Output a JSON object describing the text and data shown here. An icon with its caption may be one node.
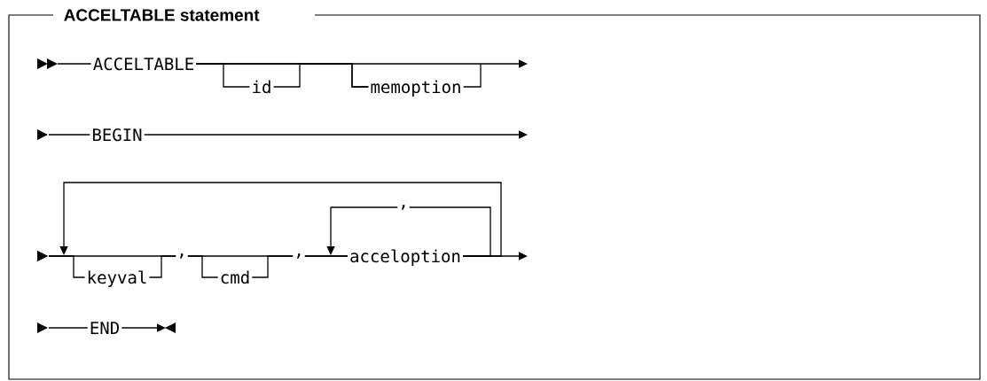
{
  "diagram": {
    "nodes": [
      {
        "text": [
          "ACCELTABLE statement"
        ]
      },
      {
        "text": [
          "ACCELTABLE"
        ],
        "in": 0
      },
      {
        "text": [
          "id"
        ],
        "in": 0
      },
      {
        "text": [
          "memoption"
        ],
        "in": 0
      },
      {
        "text": [
          "BEGIN"
        ],
        "in": 0
      },
      {
        "text": [
          "keyval"
        ],
        "in": 0
      },
      {
        "text": [
          "cmd"
        ],
        "in": 0
      },
      {
        "text": [
          "acceloption"
        ],
        "in": 0
      },
      {
        "text": [
          "END"
        ],
        "in": 0
      }
    ],
    "edges": [
      {
        "from": null,
        "to": 1,
        "arrow": "to"
      },
      {
        "from": 1,
        "to": 2,
        "arrow": "none"
      },
      {
        "from": 1,
        "to": 3,
        "arrow": "none"
      },
      {
        "from": 2,
        "to": 3,
        "arrow": "none"
      },
      {
        "from": 1,
        "to": null,
        "arrow": "to"
      },
      {
        "from": 3,
        "to": null,
        "arrow": "none"
      },
      {
        "from": null,
        "to": 4,
        "arrow": "to"
      },
      {
        "from": 4,
        "to": null,
        "arrow": "to"
      },
      {
        "from": null,
        "to": 5,
        "arrow": "to"
      },
      {
        "from": null,
        "to": 7,
        "arrow": "to"
      },
      {
        "from": 5,
        "to": 6,
        "arrow": "none",
        "label": ","
      },
      {
        "from": 6,
        "to": 7,
        "arrow": "none",
        "label": ","
      },
      {
        "from": 7,
        "to": 7,
        "arrow": "to",
        "label": ","
      },
      {
        "from": 7,
        "to": 5,
        "arrow": "to"
      },
      {
        "from": 7,
        "to": null,
        "arrow": "to"
      },
      {
        "from": null,
        "to": 8,
        "arrow": "to"
      },
      {
        "from": 8,
        "to": null,
        "arrow": "to"
      }
    ]
  }
}
